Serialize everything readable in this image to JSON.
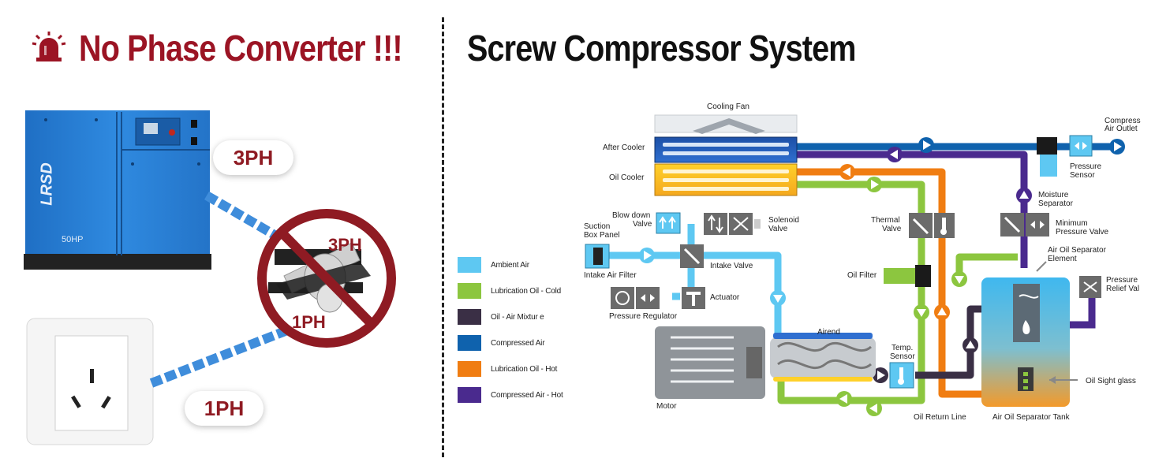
{
  "header": {
    "left_title": "No Phase Converter !!!",
    "right_title": "Screw Compressor System"
  },
  "compressor": {
    "brand": "LRSD",
    "model_label": "50HP"
  },
  "power": {
    "label_3ph": "3PH",
    "label_1ph": "1PH",
    "sign_3ph": "3PH",
    "sign_1ph": "1PH"
  },
  "legend": [
    {
      "label": "Ambient Air",
      "color": "#5ec8f2"
    },
    {
      "label": "Lubrication Oil - Cold",
      "color": "#8cc63f"
    },
    {
      "label": "Oil - Air Mixtur e",
      "color": "#3a2f45"
    },
    {
      "label": "Compressed Air",
      "color": "#0f62ad"
    },
    {
      "label": "Lubrication Oil - Hot",
      "color": "#f07d12"
    },
    {
      "label": "Compressed Air - Hot",
      "color": "#4a2a8e"
    }
  ],
  "labels": {
    "cooling_fan": "Cooling Fan",
    "after_cooler": "After Cooler",
    "oil_cooler": "Oil Cooler",
    "compress_air_outlet_1": "Compress",
    "compress_air_outlet_2": "Air Outlet",
    "pressure_sensor_1": "Pressure",
    "pressure_sensor_2": "Sensor",
    "moisture_separator_1": "Moisture",
    "moisture_separator_2": "Separator",
    "blow_down_valve_1": "Blow down",
    "blow_down_valve_2": "Valve",
    "solenoid_valve_1": "Solenoid",
    "solenoid_valve_2": "Valve",
    "suction_box_panel_1": "Suction",
    "suction_box_panel_2": "Box Panel",
    "thermal_valve_1": "Thermal",
    "thermal_valve_2": "Valve",
    "minimum_pressure_valve_1": "Minimum",
    "minimum_pressure_valve_2": "Pressure Valve",
    "intake_air_filter": "Intake Air Filter",
    "intake_valve": "Intake Valve",
    "air_oil_separator_element_1": "Air Oil Separator",
    "air_oil_separator_element_2": "Element",
    "oil_filter": "Oil Filter",
    "pressure_relief_1": "Pressure",
    "pressure_relief_2": "Relief Val",
    "actuator": "Actuator",
    "pressure_regulator": "Pressure Regulator",
    "airend": "Airend",
    "temp_sensor_1": "Temp.",
    "temp_sensor_2": "Sensor",
    "oil_sight_glass": "Oil Sight glass",
    "motor": "Motor",
    "oil_return_line": "Oil Return Line",
    "air_oil_separator_tank": "Air Oil Separator Tank"
  }
}
